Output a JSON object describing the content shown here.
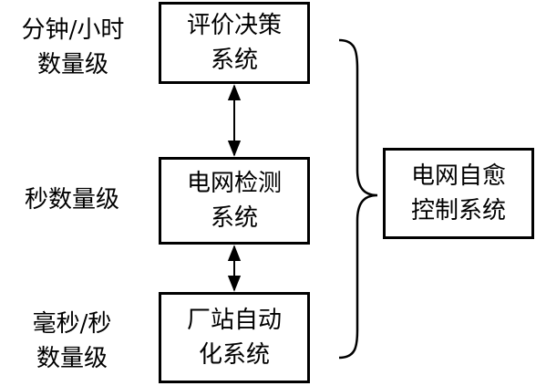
{
  "tiers": [
    {
      "id": "minutes",
      "lines": [
        "分钟/小时",
        "数量级"
      ]
    },
    {
      "id": "seconds",
      "lines": [
        "秒数量级"
      ]
    },
    {
      "id": "ms",
      "lines": [
        "毫秒/秒",
        "数量级"
      ]
    }
  ],
  "boxes": {
    "decision": {
      "lines": [
        "评价决策",
        "系统"
      ]
    },
    "detection": {
      "lines": [
        "电网检测",
        "系统"
      ]
    },
    "station": {
      "lines": [
        "厂站自动",
        "化系统"
      ]
    },
    "selfheal": {
      "lines": [
        "电网自愈",
        "控制系统"
      ]
    }
  },
  "colors": {
    "stroke": "#000000",
    "background": "#ffffff"
  }
}
